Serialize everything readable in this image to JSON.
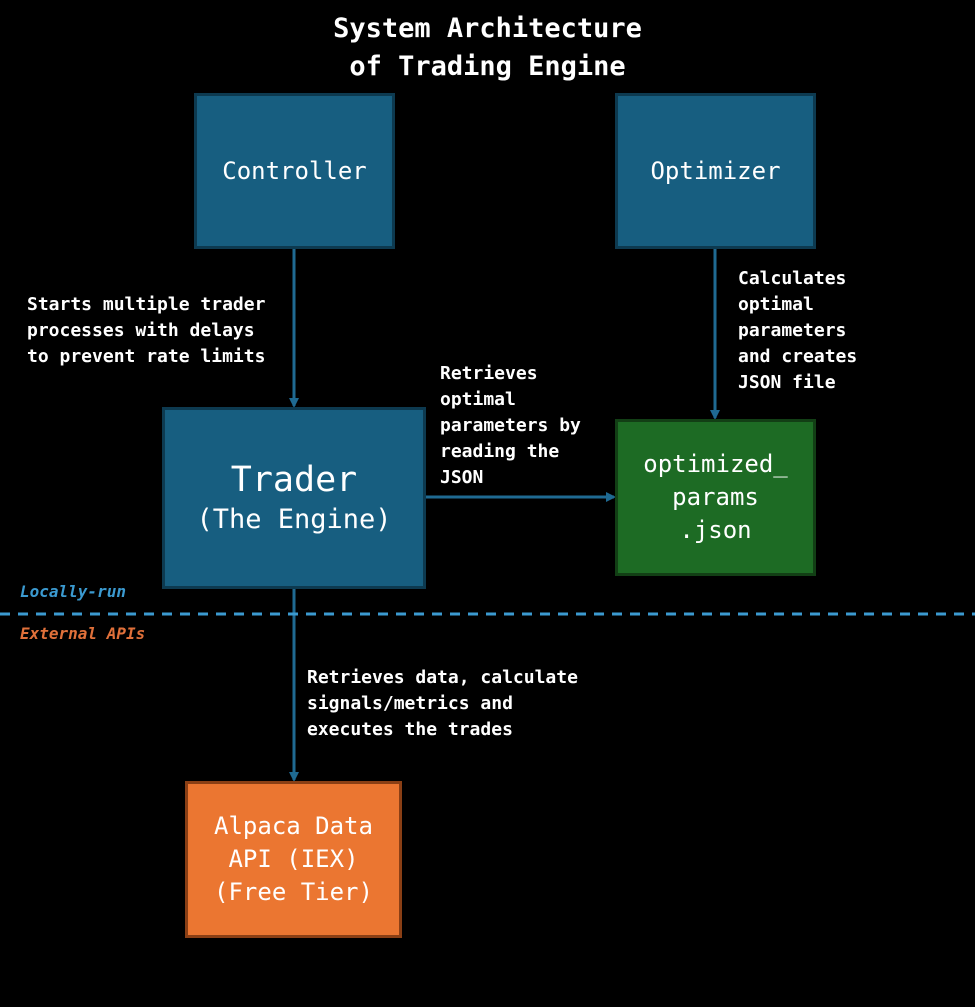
{
  "title": {
    "line1": "System Architecture",
    "line2": "of Trading Engine"
  },
  "nodes": {
    "controller": {
      "label": "Controller"
    },
    "optimizer": {
      "label": "Optimizer"
    },
    "trader": {
      "line1": "Trader",
      "line2": "(The Engine)"
    },
    "json_file": {
      "line1": "optimized_",
      "line2": "params",
      "line3": ".json"
    },
    "alpaca": {
      "line1": "Alpaca Data",
      "line2": "API (IEX)",
      "line3": "(Free Tier)"
    }
  },
  "edges": {
    "controller_to_trader": {
      "lines": [
        "Starts multiple trader",
        "processes with delays",
        "to prevent rate limits"
      ]
    },
    "optimizer_to_json": {
      "lines": [
        "Calculates",
        "optimal",
        "parameters",
        "and creates",
        "JSON file"
      ]
    },
    "trader_to_json": {
      "lines": [
        "Retrieves",
        "optimal",
        "parameters by",
        "reading the",
        "JSON"
      ]
    },
    "trader_to_alpaca": {
      "lines": [
        "Retrieves data, calculate",
        "signals/metrics and",
        "executes the trades"
      ]
    }
  },
  "zones": {
    "local": "Locally-run",
    "external": "External APIs"
  },
  "colors": {
    "background": "#000000",
    "box_blue": "#175e80",
    "box_green": "#1d6b24",
    "box_orange": "#eb7631",
    "arrow": "#1f6a92",
    "divider": "#3b9ad0",
    "zone_local": "#3b9ad0",
    "zone_external": "#e0703a"
  }
}
